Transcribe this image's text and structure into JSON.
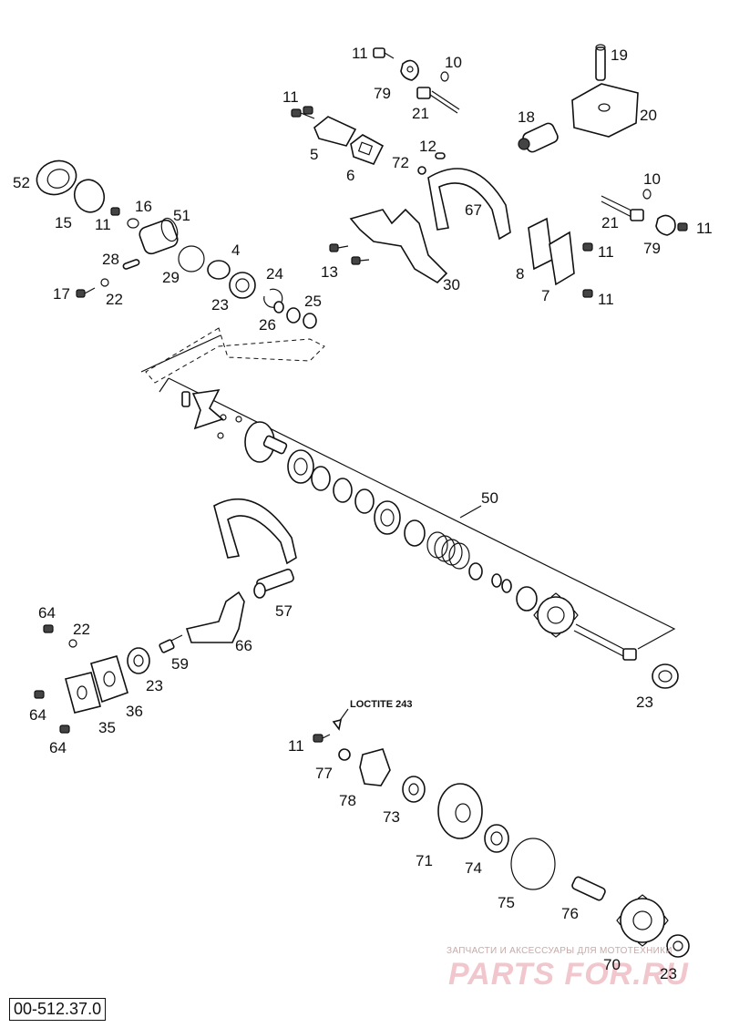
{
  "diagram_code": "00-512.37.0",
  "note_label": "LOCTITE 243",
  "watermark": {
    "line1": "ЗАПЧАСТИ И АКСЕССУАРЫ ДЛЯ МОТОТЕХНИКИ",
    "line2": "PARTS FOR.RU"
  },
  "labels": {
    "p11a": "11",
    "p10a": "10",
    "p79a": "79",
    "p21a": "21",
    "p11b": "11",
    "p19": "19",
    "p20": "20",
    "p18": "18",
    "p5": "5",
    "p6": "6",
    "p12": "12",
    "p72": "72",
    "p52": "52",
    "p15": "15",
    "p11c": "11",
    "p16": "16",
    "p51": "51",
    "p67": "67",
    "p10b": "10",
    "p21b": "21",
    "p79b": "79",
    "p11d": "11",
    "p28": "28",
    "p29": "29",
    "p4": "4",
    "p13": "13",
    "p30": "30",
    "p8": "8",
    "p7": "7",
    "p11e": "11",
    "p11f": "11",
    "p17": "17",
    "p22a": "22",
    "p23a": "23",
    "p24": "24",
    "p26": "26",
    "p25": "25",
    "p50": "50",
    "p57": "57",
    "p64a": "64",
    "p22b": "22",
    "p66": "66",
    "p59": "59",
    "p23b": "23",
    "p64b": "64",
    "p36": "36",
    "p35": "35",
    "p64c": "64",
    "p23c": "23",
    "p11g": "11",
    "p77": "77",
    "p78": "78",
    "p73": "73",
    "p71": "71",
    "p74": "74",
    "p75": "75",
    "p76": "76",
    "p70": "70",
    "p23d": "23"
  }
}
